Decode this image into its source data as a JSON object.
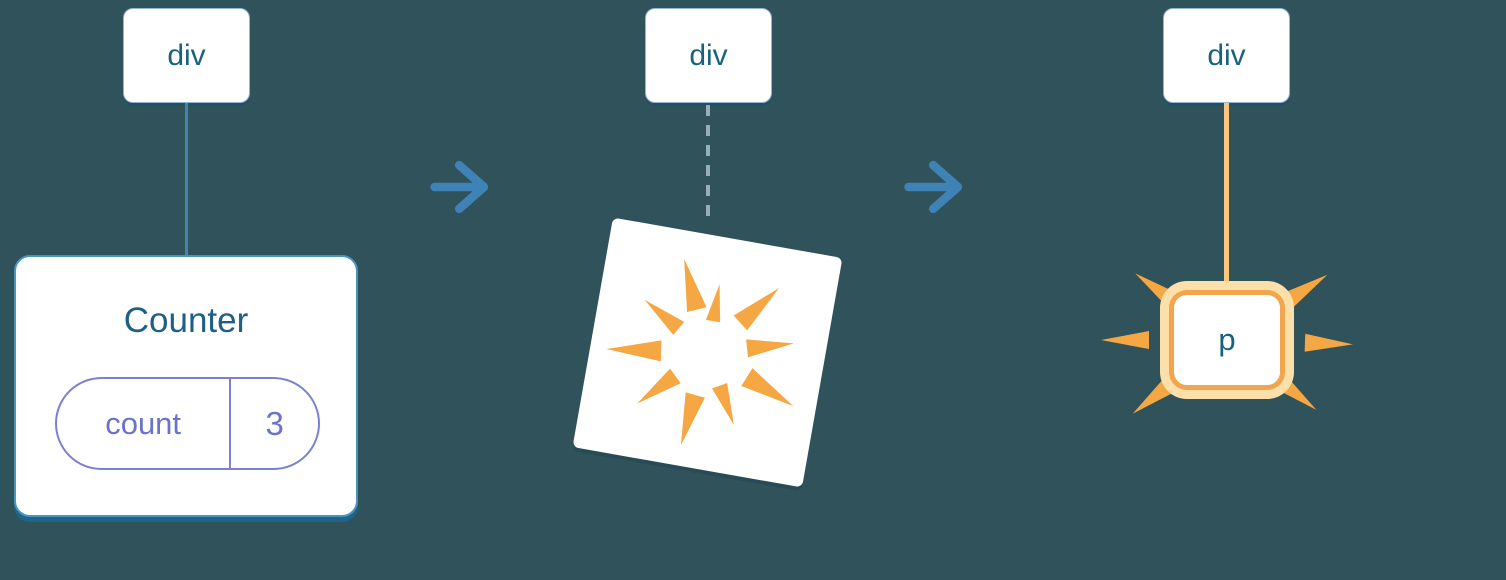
{
  "diagram": {
    "stages": [
      {
        "root_label": "div",
        "component": {
          "title": "Counter",
          "state": {
            "key": "count",
            "value": "3"
          }
        }
      },
      {
        "root_label": "div"
      },
      {
        "root_label": "div",
        "element_label": "p"
      }
    ],
    "arrow_glyph": "→",
    "icons": {
      "right-arrow": "→",
      "poof-burst": "✶",
      "glow-rays": "✳"
    }
  },
  "colors": {
    "background": "#30525B",
    "white": "#FFFFFF",
    "node_text": "#18627F",
    "node_border": "#8FB7CF",
    "blue_line": "#4384AD",
    "arrow_blue": "#3F82B6",
    "card_border": "#4B95BC",
    "card_shadow": "#1F648B",
    "title_text": "#1D5F86",
    "pill_purple": "#7B80D3",
    "pill_text": "#6A72CB",
    "dashed_line": "#96AEBA",
    "burst_orange": "#F5A743",
    "glow_ring": "#FCDFA9",
    "p_border": "#F2A54C",
    "orange_line": "#F8C67C"
  }
}
